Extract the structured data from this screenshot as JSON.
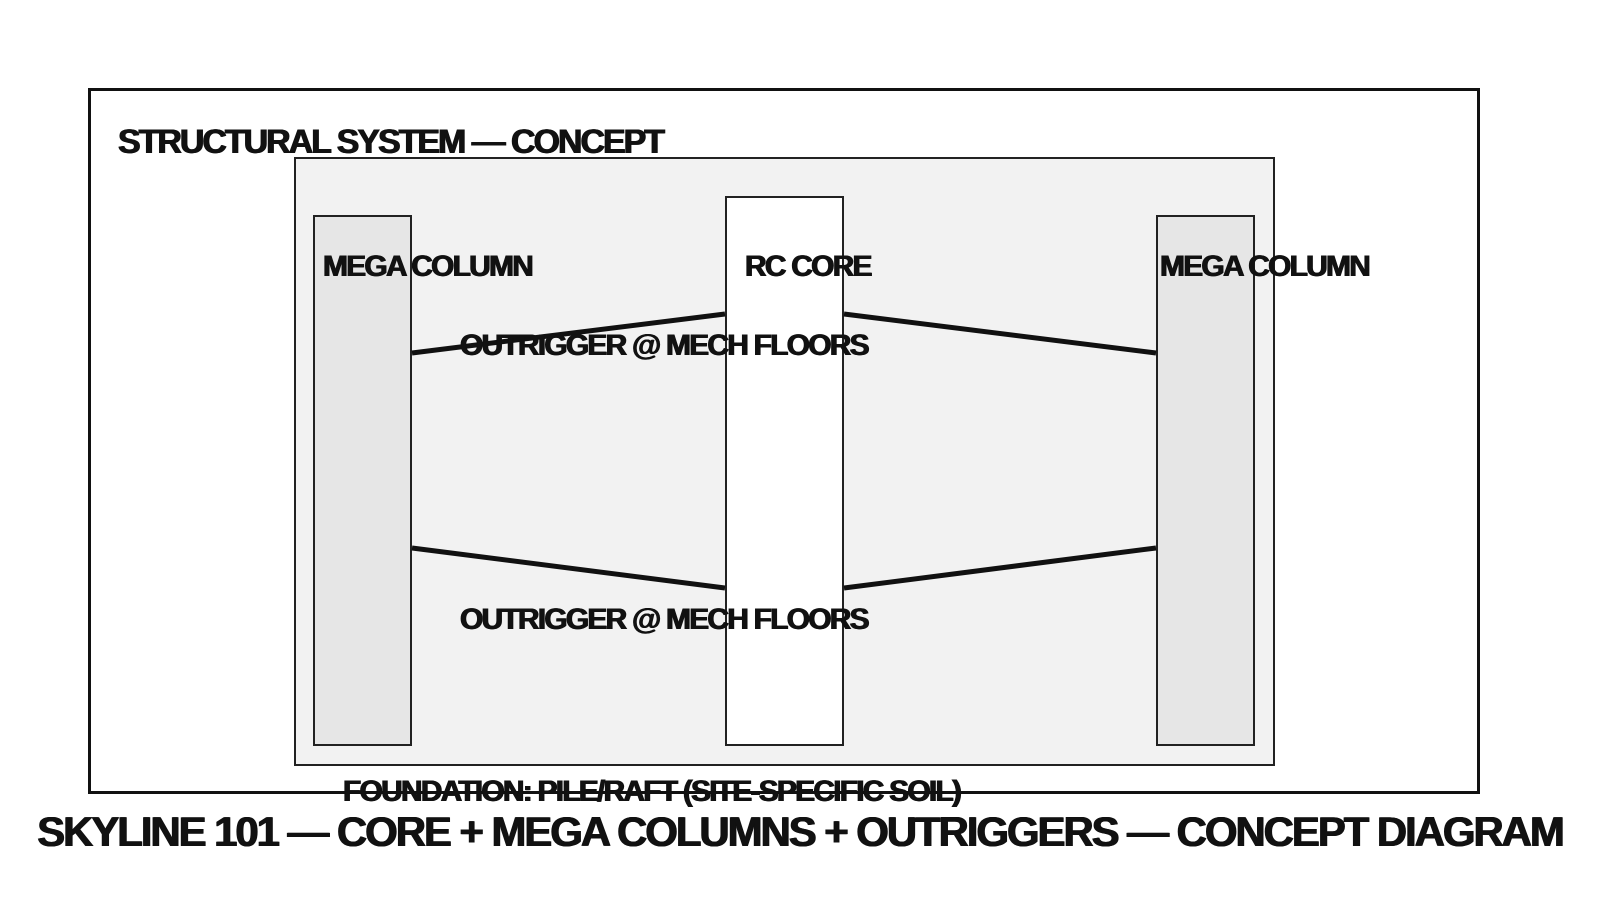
{
  "diagram": {
    "panel_title": "STRUCTURAL SYSTEM — CONCEPT",
    "columns": {
      "left_label": "MEGA COLUMN",
      "right_label": "MEGA COLUMN"
    },
    "core_label": "RC CORE",
    "outriggers": [
      {
        "label": "OUTRIGGER @ MECH FLOORS"
      },
      {
        "label": "OUTRIGGER @ MECH FLOORS"
      }
    ],
    "foundation_label": "FOUNDATION: PILE/RAFT (SITE-SPECIFIC SOIL)"
  },
  "footer": {
    "title": "SKYLINE 101 — CORE + MEGA COLUMNS + OUTRIGGERS — CONCEPT DIAGRAM"
  },
  "colors": {
    "line": "#111111",
    "panel_fill": "#f2f2f2",
    "column_fill": "#e6e6e6",
    "core_fill": "#ffffff"
  }
}
